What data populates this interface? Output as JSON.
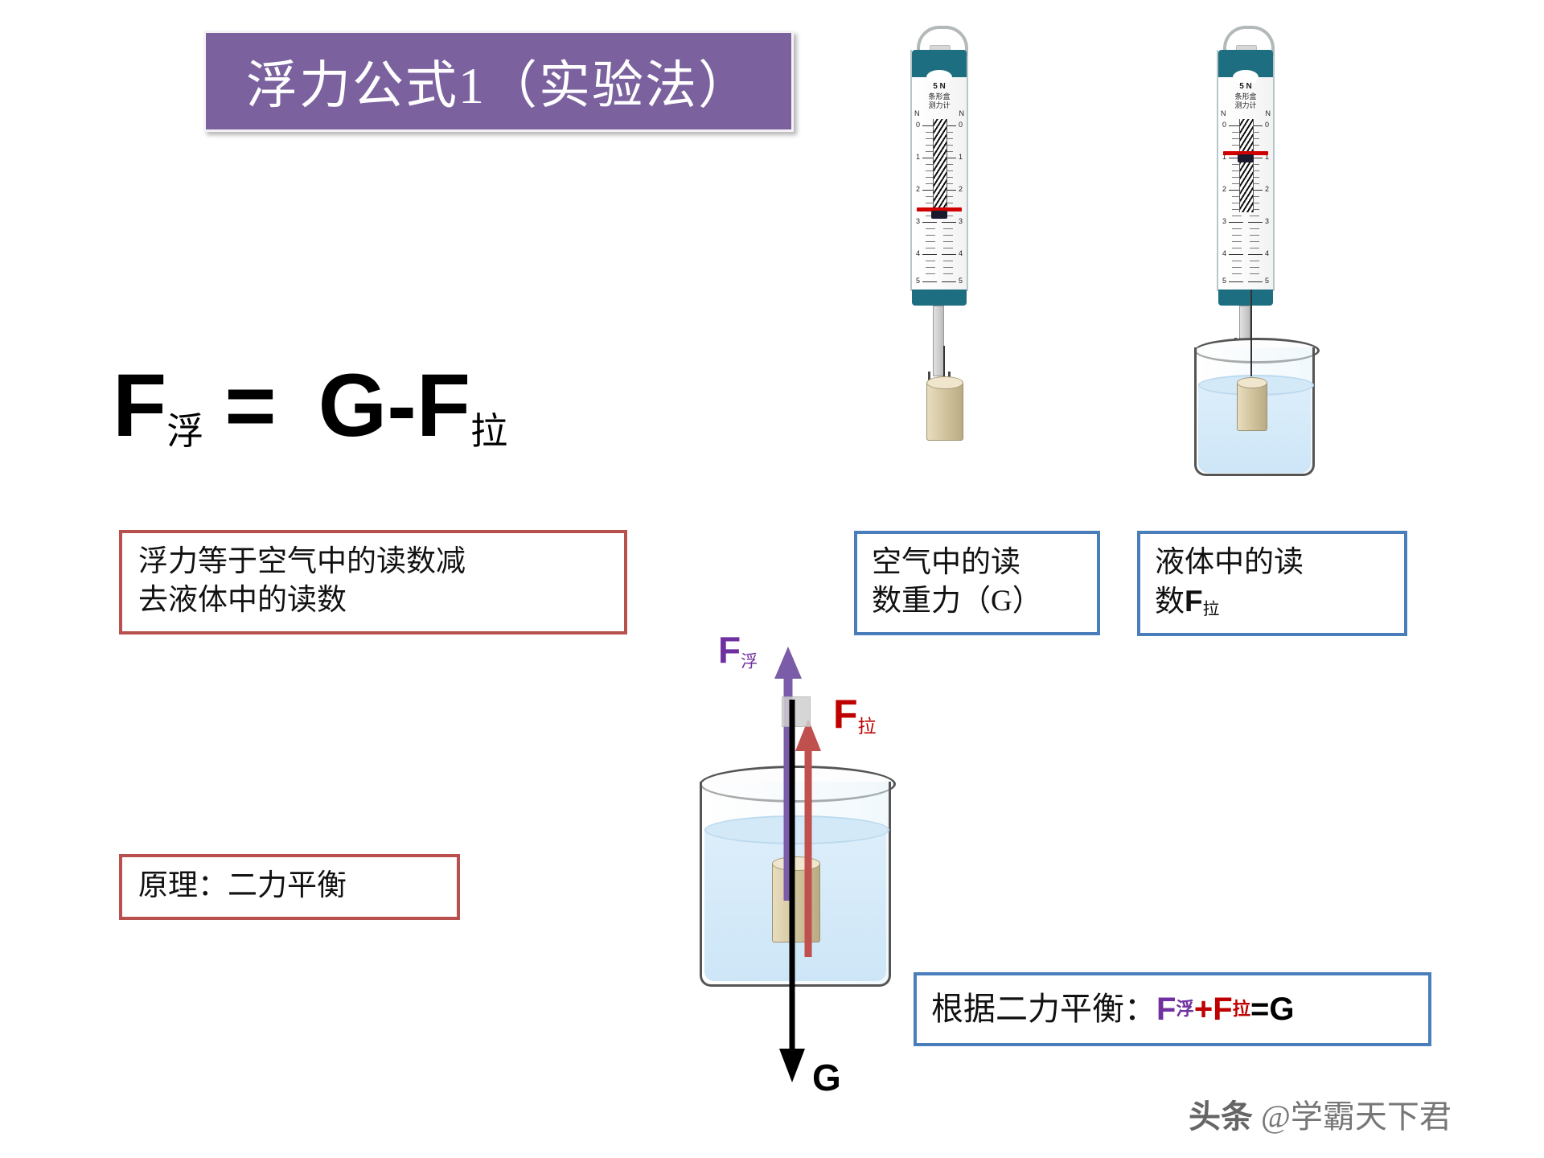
{
  "title": {
    "text": "浮力公式1（实验法）"
  },
  "formula": {
    "f": "F",
    "f_sub": "浮",
    "eq": "=",
    "g": "G",
    "minus": "-",
    "f2": "F",
    "f2_sub": "拉"
  },
  "notes": [
    {
      "line1": "浮力等于空气中的读数减",
      "line2": "去液体中的读数"
    },
    {
      "line1": "原理：二力平衡"
    }
  ],
  "captions": {
    "air": {
      "line1": "空气中的读",
      "line2": "数重力（G）"
    },
    "liquid": {
      "line1": "液体中的读",
      "line2_pre": "数",
      "line2_f": "F",
      "line2_sub": "拉"
    },
    "balance": {
      "prefix": "根据二力平衡：",
      "f_fu": "F",
      "f_fu_sub": "浮",
      "plus": "+",
      "f_la": "F",
      "f_la_sub": "拉",
      "eq_g": "=G"
    }
  },
  "force_labels": {
    "buoyancy": {
      "symbol": "F",
      "sub": "浮",
      "color": "#7030a0"
    },
    "tension": {
      "symbol": "F",
      "sub": "拉",
      "color": "#c00000"
    },
    "gravity": {
      "symbol": "G",
      "color": "#000000"
    }
  },
  "spring_scale": {
    "rating": "5 N",
    "name_line1": "条形盒",
    "name_line2": "测力计",
    "unit_left": "N",
    "unit_right": "N",
    "ticks": [
      "0",
      "1",
      "2",
      "3",
      "4",
      "5"
    ]
  },
  "colors": {
    "title_bg": "#7b629f",
    "red_border": "#b8504e",
    "blue_border": "#4a7ebb",
    "scale_teal": "#1d6e80",
    "water": "#cde6f7",
    "purple_arrow": "#7b5ca8",
    "red_arrow": "#c0504d"
  },
  "watermark": {
    "head": "头条",
    "handle": "@学霸天下君"
  }
}
